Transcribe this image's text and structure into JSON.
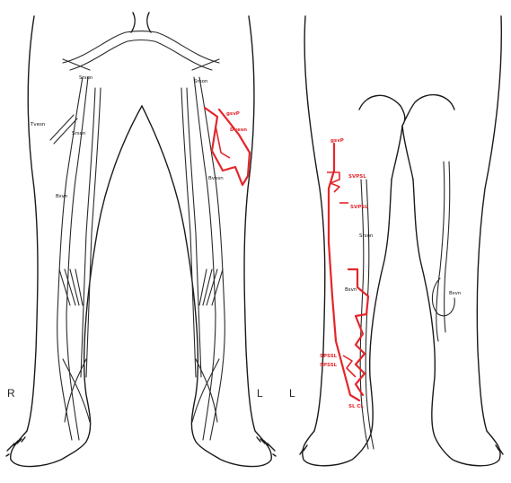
{
  "labels": {
    "front_groin_r": "Srson",
    "front_groin_l": "Srson",
    "front_thigh_side_r": "Tvesn",
    "front_thigh_r": "Srson",
    "front_knee_r": "Bsvn",
    "front_thigh_l": "Bvesn",
    "front_gsv_red": "gsvP",
    "front_dvesn_red": "Dvesn",
    "back_gsv_red": "gsvP",
    "back_svpsl_1": "SVPSL",
    "back_svpsl_2": "SVPSL",
    "back_srson": "Srson",
    "back_bvsn": "Bsvn",
    "back_right_vein": "Bsvn",
    "back_spsl_1": "SPSSL",
    "back_spsl_2": "SPSSL",
    "back_ankle": "SL CL"
  },
  "side_markers": {
    "front_right": "R",
    "front_left": "L",
    "back_left": "L"
  },
  "colors": {
    "outline": "#1a1a1a",
    "highlight": "#e3262b"
  }
}
